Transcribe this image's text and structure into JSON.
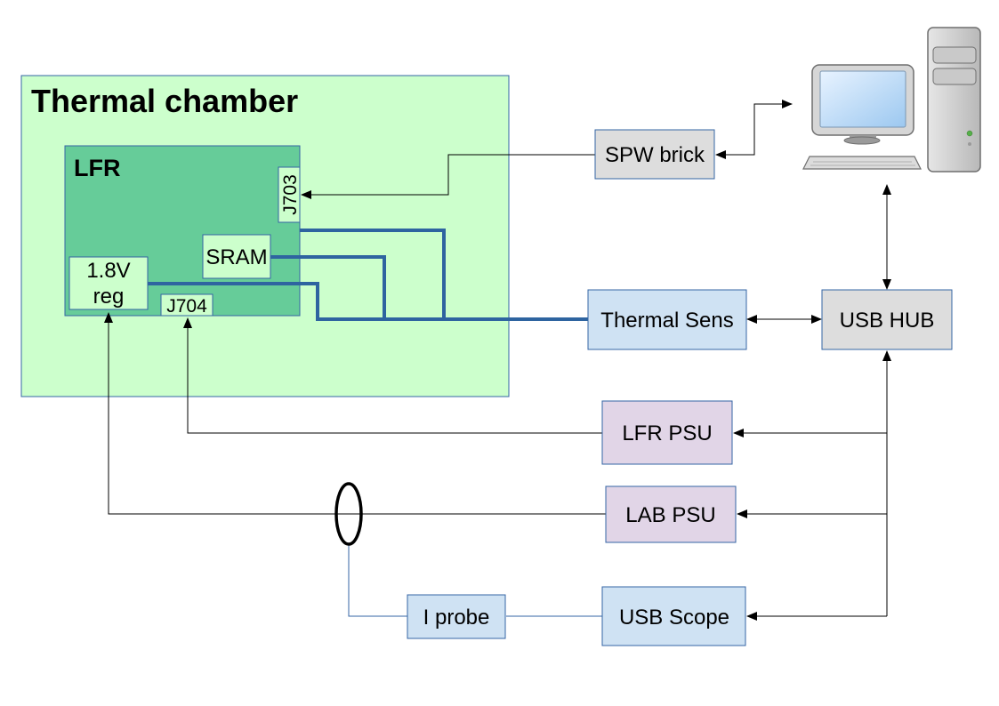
{
  "chamber": {
    "title": "Thermal chamber",
    "fill": "#ccffcc",
    "border": "#3465a4"
  },
  "board": {
    "title": "LFR",
    "fill": "#66cc99"
  },
  "connectors": {
    "j703": "J703",
    "j704": "J704"
  },
  "board_parts": {
    "sram": "SRAM",
    "reg_line1": "1.8V",
    "reg_line2": "reg",
    "part_fill": "#ccffcc"
  },
  "boxes": {
    "spw_brick": "SPW brick",
    "thermal_sens": "Thermal Sens",
    "usb_hub": "USB HUB",
    "lfr_psu": "LFR PSU",
    "lab_psu": "LAB PSU",
    "usb_scope": "USB Scope",
    "i_probe": "I probe"
  },
  "colors": {
    "gray_box": "#dddddd",
    "blue_box": "#cfe2f3",
    "purple_box": "#e1d5e7",
    "bus_line": "#2e64a0",
    "box_border": "#3465a4"
  },
  "icons": {
    "computer": "desktop-computer-icon"
  }
}
